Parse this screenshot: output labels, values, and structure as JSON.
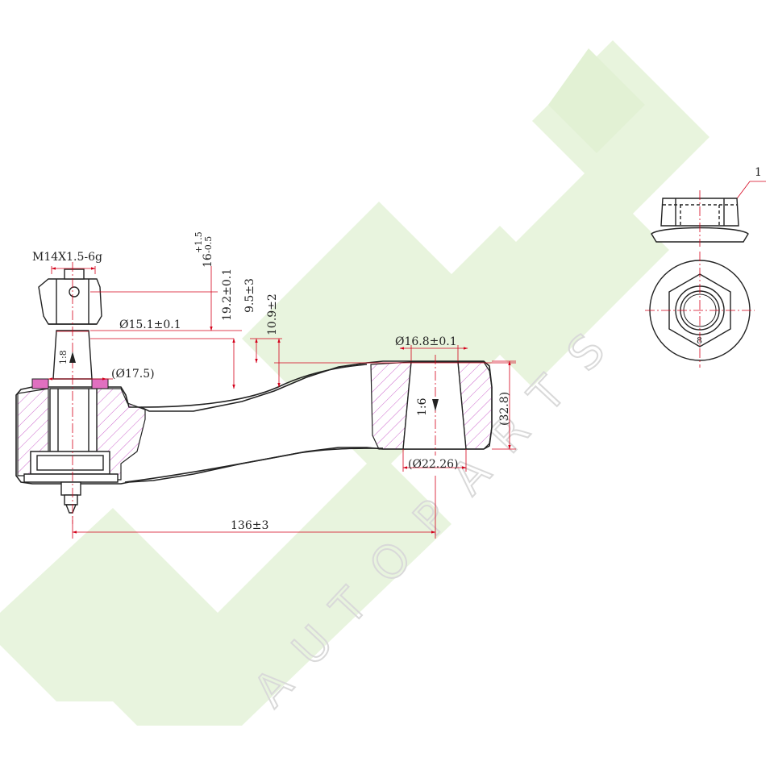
{
  "colors": {
    "outline": "#222222",
    "dimension": "#d4001a",
    "hatch": "#c040c0",
    "pad": "#e070c0",
    "watermark_green": "#e3f2d6",
    "watermark_gray": "#d9d9d9"
  },
  "watermark": {
    "letters": [
      "A",
      "U",
      "T",
      "O",
      "P",
      "A",
      "R",
      "T",
      "S"
    ]
  },
  "dimensions": {
    "thread": "M14X1.5-6g",
    "stud_height": "16",
    "stud_tol_plus": "+1.5",
    "stud_tol_minus": "-0.5",
    "dim_19": "19.2±0.1",
    "dim_9": "9.5±3",
    "dim_10": "10.9±2",
    "dia_15": "Ø15.1±0.1",
    "dia_17": "(Ø17.5)",
    "taper_stud": "1:8",
    "dia_16": "Ø16.8±0.1",
    "taper_eye": "1:6",
    "eye_height": "(32.8)",
    "dia_22": "(Ø22.26)",
    "length": "136±3",
    "callout": "1",
    "nut_mark": "8"
  }
}
